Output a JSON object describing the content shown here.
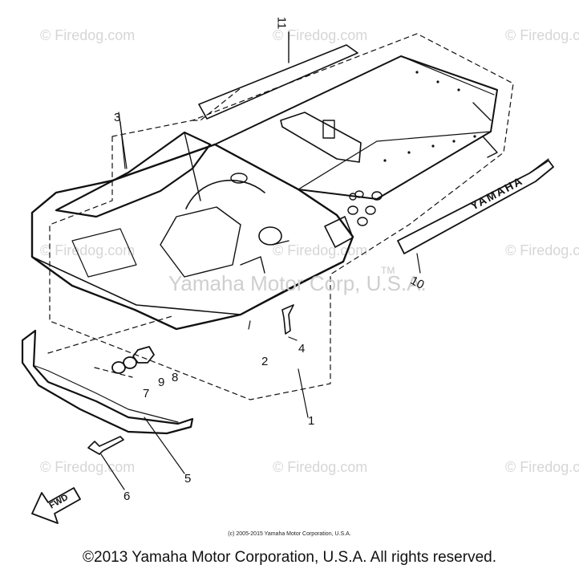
{
  "watermark": {
    "text": "© Firedog.com",
    "color": "#d6d6d6"
  },
  "diagram_watermark": "Yamaha Motor Corp, U.S.A.",
  "trademark": "TM",
  "callouts": {
    "c1": "1",
    "c2": "2",
    "c3": "3",
    "c4": "4",
    "c5": "5",
    "c6": "6",
    "c7": "7",
    "c8": "8",
    "c9": "9",
    "c10": "10",
    "c11": "11"
  },
  "decal_text": "YAMAHA",
  "fwd_label": "FWD",
  "small_copyright": "(c) 2005-2015 Yamaha Motor Corporation, U.S.A.",
  "footer_copyright": "©2013 Yamaha Motor Corporation, U.S.A. All rights reserved."
}
